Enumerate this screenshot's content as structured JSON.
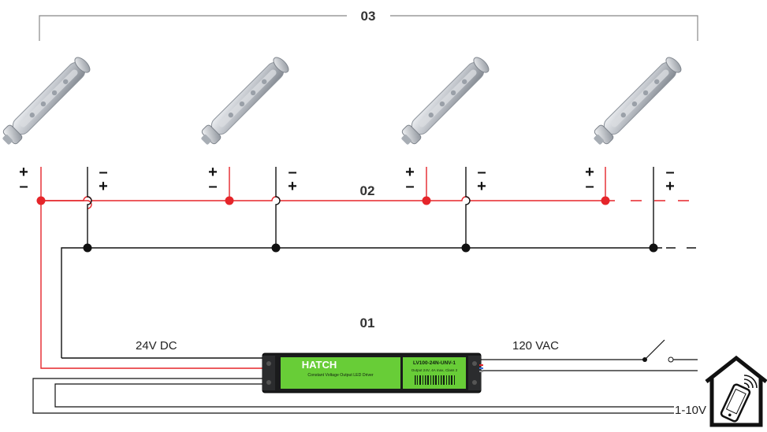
{
  "steps": {
    "top": "03",
    "middle": "02",
    "bottom": "01"
  },
  "labels": {
    "dc": "24V DC",
    "ac": "120 VAC",
    "dimming": "1-10V"
  },
  "driver": {
    "brand": "HATCH",
    "subtitle": "Constant Voltage Output LED Driver",
    "model": "LV100-24N-UNV-1",
    "output": "Output 24V, 4A max, Class 2"
  },
  "polarity": {
    "plus": "+",
    "minus": "–"
  },
  "colors": {
    "positive": "#e5252a",
    "negative": "#111111",
    "driver_label": "#6fdc3a",
    "fixture": "#b8bcc3"
  },
  "icons": [
    "led-bar-fixture",
    "smart-home-icon",
    "phone-icon",
    "wifi-icon",
    "switch-icon"
  ]
}
